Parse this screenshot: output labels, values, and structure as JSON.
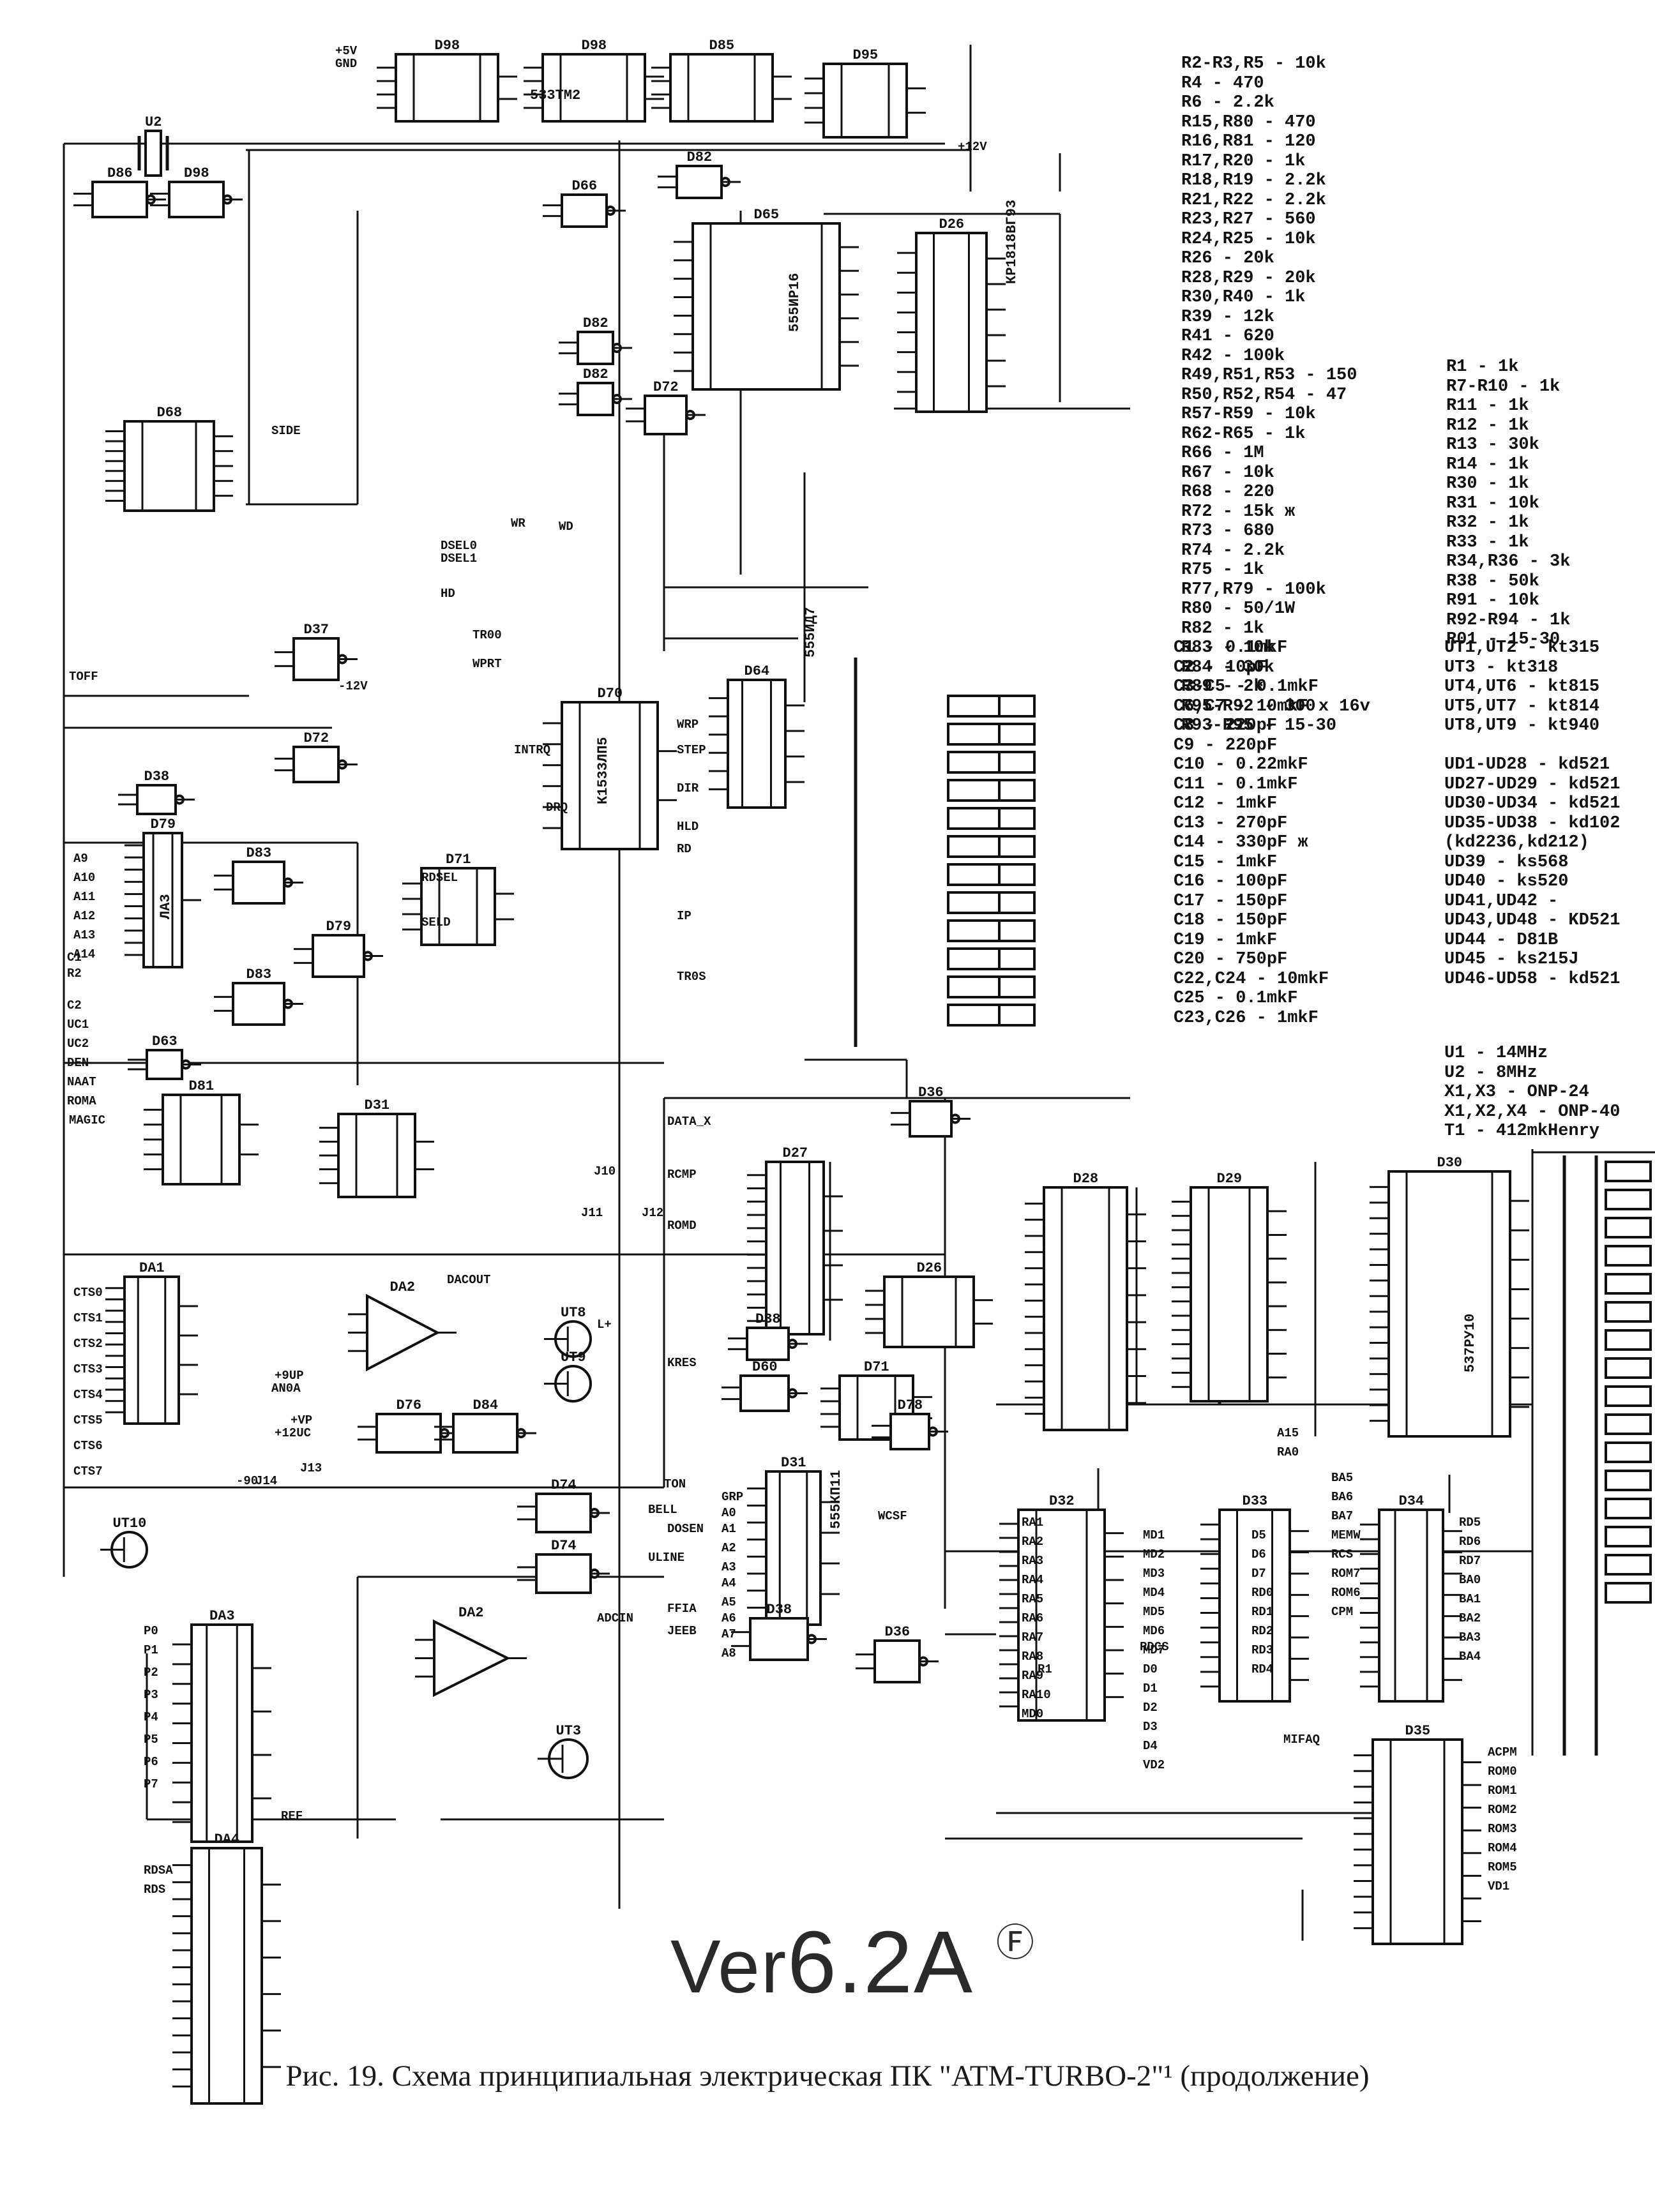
{
  "components": [
    {
      "ref": "U2",
      "kind": "crystal"
    },
    {
      "ref": "D98",
      "kind": "ff"
    },
    {
      "ref": "D98",
      "kind": "ff"
    },
    {
      "ref": "D85",
      "kind": "ff"
    },
    {
      "ref": "D95",
      "kind": "ff"
    },
    {
      "ref": "D86",
      "kind": "gate"
    },
    {
      "ref": "D98",
      "kind": "gate"
    },
    {
      "ref": "D66",
      "kind": "gate"
    },
    {
      "ref": "D82",
      "kind": "gate"
    },
    {
      "ref": "D82",
      "kind": "gate"
    },
    {
      "ref": "D82",
      "kind": "gate"
    },
    {
      "ref": "D65",
      "kind": "ic"
    },
    {
      "ref": "D26",
      "kind": "ic"
    },
    {
      "ref": "D72",
      "kind": "gate"
    },
    {
      "ref": "D68",
      "kind": "ic"
    },
    {
      "ref": "D37",
      "kind": "gate"
    },
    {
      "ref": "D72",
      "kind": "gate"
    },
    {
      "ref": "D70",
      "kind": "ic"
    },
    {
      "ref": "D64",
      "kind": "ic"
    },
    {
      "ref": "D38",
      "kind": "gate"
    },
    {
      "ref": "D79",
      "kind": "ic"
    },
    {
      "ref": "D83",
      "kind": "gate"
    },
    {
      "ref": "D71",
      "kind": "ff"
    },
    {
      "ref": "D79",
      "kind": "gate"
    },
    {
      "ref": "D83",
      "kind": "gate"
    },
    {
      "ref": "D63",
      "kind": "gate"
    },
    {
      "ref": "D81",
      "kind": "ic"
    },
    {
      "ref": "D31",
      "kind": "ic"
    },
    {
      "ref": "D36",
      "kind": "gate"
    },
    {
      "ref": "D27",
      "kind": "ic"
    },
    {
      "ref": "D28",
      "kind": "ic"
    },
    {
      "ref": "D29",
      "kind": "ic"
    },
    {
      "ref": "D30",
      "kind": "ic"
    },
    {
      "ref": "D26",
      "kind": "ff"
    },
    {
      "ref": "D38",
      "kind": "gate"
    },
    {
      "ref": "D71",
      "kind": "ff"
    },
    {
      "ref": "D78",
      "kind": "gate"
    },
    {
      "ref": "D60",
      "kind": "gate"
    },
    {
      "ref": "DA1",
      "kind": "ic"
    },
    {
      "ref": "DA2",
      "kind": "opamp"
    },
    {
      "ref": "UT8",
      "kind": "transistor"
    },
    {
      "ref": "UT9",
      "kind": "transistor"
    },
    {
      "ref": "D76",
      "kind": "gate"
    },
    {
      "ref": "D84",
      "kind": "gate"
    },
    {
      "ref": "D74",
      "kind": "gate"
    },
    {
      "ref": "D74",
      "kind": "gate"
    },
    {
      "ref": "D31",
      "kind": "ic"
    },
    {
      "ref": "D32",
      "kind": "ic"
    },
    {
      "ref": "D33",
      "kind": "ic"
    },
    {
      "ref": "D34",
      "kind": "ic"
    },
    {
      "ref": "D35",
      "kind": "ic"
    },
    {
      "ref": "D38",
      "kind": "gate"
    },
    {
      "ref": "D36",
      "kind": "gate"
    },
    {
      "ref": "DA3",
      "kind": "ic"
    },
    {
      "ref": "DA2",
      "kind": "opamp"
    },
    {
      "ref": "UT3",
      "kind": "transistor"
    },
    {
      "ref": "UT10",
      "kind": "transistor"
    },
    {
      "ref": "DA4",
      "kind": "ic"
    }
  ],
  "chip_labels": [
    "КР1818ВГ93",
    "533ТМ2",
    "555ИР16",
    "555ИД7",
    "537РУ10",
    "555КП11",
    "ЛА3",
    "К1533ЛП5"
  ],
  "net_labels": [
    "+5V",
    "GND",
    "+12V",
    "-12V",
    "SIDE",
    "DSEL0",
    "DSEL1",
    "HD",
    "WD",
    "WR",
    "INTRQ",
    "DRQ",
    "DATA_X",
    "RCMP",
    "ROMD",
    "KRES",
    "TOFF",
    "DOSEN",
    "RDSEL",
    "SELD",
    "WRP",
    "STEP",
    "DIR",
    "HLD",
    "RD",
    "IP",
    "TR00",
    "WPRT",
    "MAGIC",
    "ADCIN",
    "DACOUT",
    "FFIA",
    "JEEB",
    "BELL",
    "ULINE",
    "TON",
    "TR0S",
    "WCSF",
    "RDCS",
    "MIFAQ",
    "CTS0",
    "CTS1",
    "CTS2",
    "CTS3",
    "CTS4",
    "CTS5",
    "CTS6",
    "CTS7",
    "P0",
    "P1",
    "P2",
    "P3",
    "P4",
    "P5",
    "P6",
    "P7",
    "AN0A",
    "+9UP",
    "+12UC",
    "REF",
    "J10",
    "J11",
    "J12",
    "J13",
    "J14",
    "L+",
    "-90",
    "+VP",
    "GRP",
    "A0",
    "A1",
    "A2",
    "A3",
    "A4",
    "A5",
    "A6",
    "A7",
    "A8",
    "A9",
    "A10",
    "A11",
    "A12",
    "A13",
    "A14",
    "A15",
    "RA0",
    "RA1",
    "RA2",
    "RA3",
    "RA4",
    "RA5",
    "RA6",
    "RA7",
    "RA8",
    "RA9",
    "RA10",
    "MD0",
    "MD1",
    "MD2",
    "MD3",
    "MD4",
    "MD5",
    "MD6",
    "MD7",
    "D0",
    "D1",
    "D2",
    "D3",
    "D4",
    "D5",
    "D6",
    "D7",
    "RD0",
    "RD1",
    "RD2",
    "RD3",
    "RD4",
    "RD5",
    "RD6",
    "RD7",
    "BA0",
    "BA1",
    "BA2",
    "BA3",
    "BA4",
    "BA5",
    "BA6",
    "BA7",
    "MEMW",
    "RCS",
    "ROM7",
    "ROM6",
    "CPM",
    "ACPM",
    "ROM0",
    "ROM1",
    "ROM2",
    "ROM3",
    "ROM4",
    "ROM5",
    "VD1",
    "VD2",
    "R1",
    "R2",
    "C1",
    "C2",
    "UC1",
    "UC2",
    "DEN",
    "NAAT",
    "ROMA",
    "RDSA",
    "RDS"
  ],
  "bom_resistors_1": [
    "R2-R3,R5 - 10k",
    "R4 - 470",
    "R6 - 2.2k",
    "R15,R80 - 470",
    "R16,R81 - 120",
    "R17,R20 - 1k",
    "R18,R19 - 2.2k",
    "R21,R22 - 2.2k",
    "R23,R27 - 560",
    "R24,R25 - 10k",
    "R26 - 20k",
    "R28,R29 - 20k",
    "R30,R40 - 1k",
    "R39 - 12k",
    "R41 - 620",
    "R42 - 100k",
    "R49,R51,R53 - 150",
    "R50,R52,R54 - 47",
    "R57-R59 - 10k",
    "R62-R65 - 1k",
    "R66 - 1M",
    "R67 - 10k",
    "R68 - 220",
    "R72 - 15k ж",
    "R73 - 680",
    "R74 - 2.2k",
    "R75 - 1k",
    "R77,R79 - 100k",
    "R80 - 50/1W",
    "R82 - 1k",
    "R83 - 10k",
    "R84 - 30k",
    "R89 - 2k",
    "R95-R92 - 300",
    "R93-R95 - 15-30"
  ],
  "bom_resistors_2": [
    "R1 - 1k",
    "R7-R10 - 1k",
    "R11 - 1k",
    "R12 - 1k",
    "R13 - 30k",
    "R14 - 1k",
    "R30 - 1k",
    "R31 - 10k",
    "R32 - 1k",
    "R33 - 1k",
    "R34,R36 - 3k",
    "R38 - 50k",
    "R91 - 10k",
    "R92-R94 - 1k",
    "R01 - 15-30"
  ],
  "bom_capacitors": [
    "C1 - 0.1mkF",
    "C2 - 10pF",
    "C3-C5 - 0.1mkF",
    "C6,C7 - 10mkF x 16v",
    "C8 - 220pF",
    "C9 - 220pF",
    "C10 - 0.22mkF",
    "C11 - 0.1mkF",
    "C12 - 1mkF",
    "C13 - 270pF",
    "C14 - 330pF ж",
    "C15 - 1mkF",
    "C16 - 100pF",
    "C17 - 150pF",
    "C18 - 150pF",
    "C19 - 1mkF",
    "C20 - 750pF",
    "C22,C24 - 10mkF",
    "C25 - 0.1mkF",
    "C23,C26 - 1mkF"
  ],
  "bom_semis": [
    "UT1,UT2 - kt315",
    "UT3 - kt318",
    "UT4,UT6 - kt815",
    "UT5,UT7 - kt814",
    "UT8,UT9 - kt940",
    "",
    "UD1-UD28 - kd521",
    "UD27-UD29 - kd521",
    "UD30-UD34 - kd521",
    "UD35-UD38 - kd102",
    "(kd2236,kd212)",
    "UD39 - ks568",
    "UD40 - ks520",
    "UD41,UD42 -",
    "UD43,UD48 - KD521",
    "UD44 - D81B",
    "UD45 - ks215J",
    "UD46-UD58 - kd521"
  ],
  "bom_misc": [
    "U1 - 14MHz",
    "U2 - 8MHz",
    "X1,X3 - ONP-24",
    "X1,X2,X4 - ONP-40",
    "T1 - 412mkHenry"
  ],
  "version_prefix": "Ver",
  "version_main": "6.2A",
  "version_mark": "Ⓕ",
  "caption": "Рис. 19. Схема принципиальная электрическая ПК \"ATM-TURBO-2\"¹ (продолжение)"
}
